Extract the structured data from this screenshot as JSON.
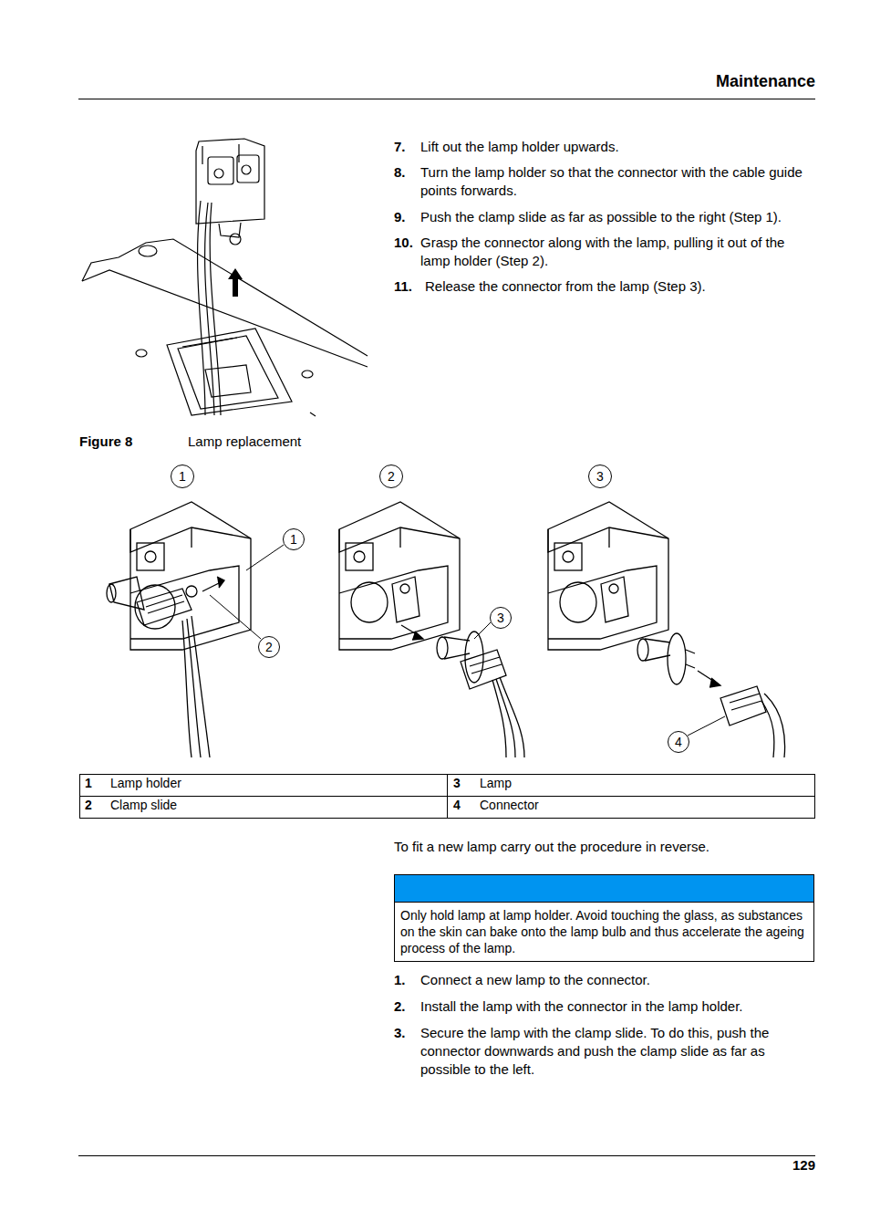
{
  "diagram": {
    "title": "Maintenance",
    "caption": "Lamp replacement",
    "nodes": [
      {
        "text": [
          "1"
        ]
      },
      {
        "text": [
          "2"
        ]
      },
      {
        "text": [
          "3"
        ]
      },
      {
        "text": [
          "1"
        ]
      },
      {
        "text": [
          "2"
        ]
      },
      {
        "text": [
          "3"
        ]
      },
      {
        "text": [
          "4"
        ]
      },
      {
        "text": [
          "Only hold lamp at lamp holder. Avoid touching the glass, as substances on the skin can bake onto the lamp bulb and thus accelerate the ageing process of the lamp."
        ]
      }
    ],
    "labels": [
      "7.",
      "Lift out the lamp holder upwards.",
      "8.",
      "Turn the lamp holder so that the connector with the cable guide points forwards.",
      "9.",
      "Push the clamp slide as far as possible to the right (Step 1).",
      "10.",
      "Grasp the connector along with the lamp, pulling it out of the lamp holder (Step 2).",
      "11.",
      "Release the connector from the lamp (Step 3).",
      "Figure 8",
      "1",
      "Lamp holder",
      "3",
      "Lamp",
      "2",
      "Clamp slide",
      "4",
      "Connector",
      "To fit a new lamp carry out the procedure in reverse.",
      "1.",
      "Connect a new lamp to the connector.",
      "2.",
      "Install the lamp with the connector in the lamp holder.",
      "3.",
      "Secure the lamp with the clamp slide. To do this, push the connector downwards and push the clamp slide as far as possible to the left.",
      "129"
    ]
  }
}
